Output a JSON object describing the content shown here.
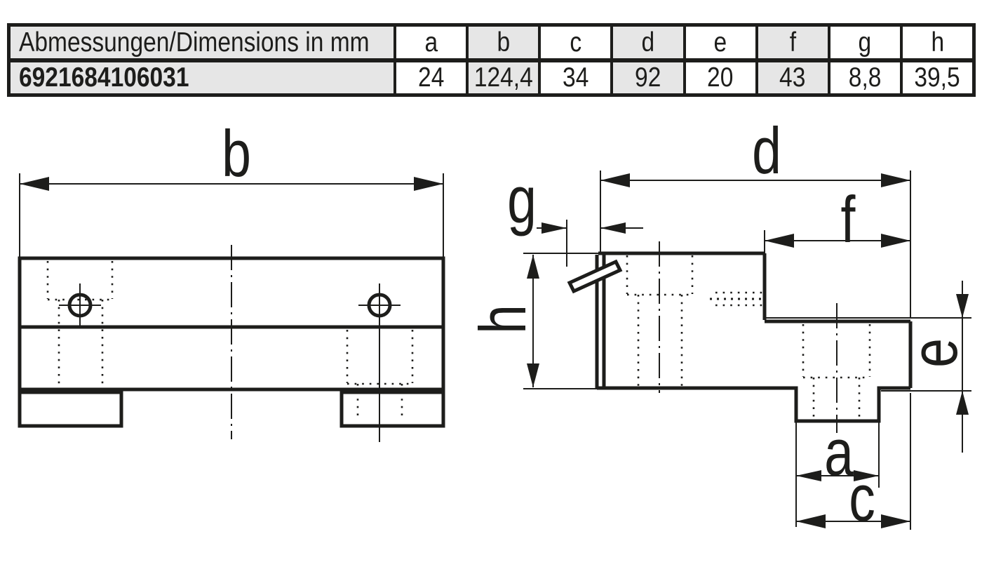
{
  "colors": {
    "ink": "#1d1d1b",
    "shaded_cell": "#e6e6e6",
    "background": "#ffffff"
  },
  "table": {
    "header_label": "Abmessungen/Dimensions in mm",
    "columns": [
      "a",
      "b",
      "c",
      "d",
      "e",
      "f",
      "g",
      "h"
    ],
    "row": {
      "id": "6921684106031",
      "values": [
        "24",
        "124,4",
        "34",
        "92",
        "20",
        "43",
        "8,8",
        "39,5"
      ]
    }
  },
  "dimension_labels": {
    "b": "b",
    "d": "d",
    "g": "g",
    "f": "f",
    "h": "h",
    "e": "e",
    "a": "a",
    "c": "c"
  }
}
